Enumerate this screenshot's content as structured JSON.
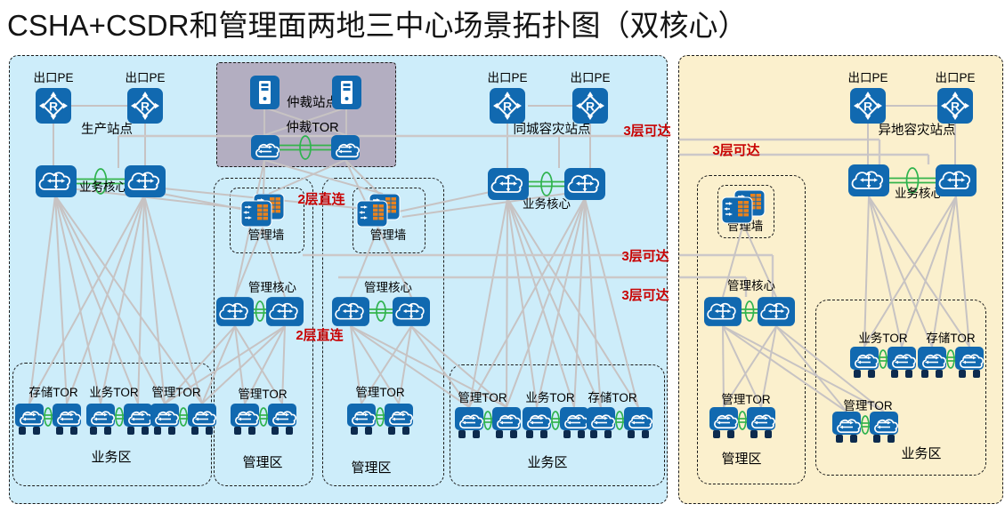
{
  "title": "CSHA+CSDR和管理面两地三中心场景拓扑图（双核心）",
  "colors": {
    "primary_region_fill": "#cdedfa",
    "remote_region_fill": "#fbf0cd",
    "arbitration_fill": "#b3aec1",
    "node_blue": "#1169b0",
    "firewall_orange": "#e8821e",
    "link_green": "#35b44b",
    "line_gray": "#c7c3c3",
    "annotation_red": "#c80000"
  },
  "labels": {
    "exit_pe": "出口PE",
    "production_site": "生产站点",
    "arbitration_site": "仲裁站点",
    "arbitration_tor": "仲裁TOR",
    "metro_dr_site": "同城容灾站点",
    "remote_dr_site": "异地容灾站点",
    "business_core": "业务核心",
    "management_wall": "管理墙",
    "management_core": "管理核心",
    "management_tor": "管理TOR",
    "business_tor": "业务TOR",
    "storage_tor": "存储TOR",
    "business_zone": "业务区",
    "management_zone": "管理区"
  },
  "annotations": {
    "layer3_reachable": "3层可达",
    "layer2_direct": "2层直连"
  }
}
